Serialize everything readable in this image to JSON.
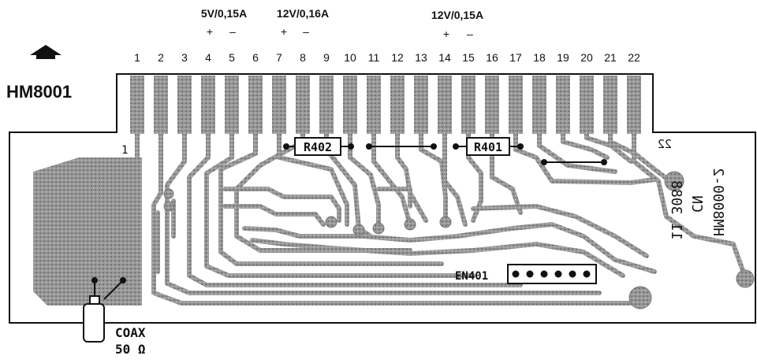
{
  "supply": {
    "s5v": "5V/0,15A",
    "s12v_a": "12V/0,16A",
    "s12v_b": "12V/0,15A",
    "plus": "+",
    "minus": "–"
  },
  "pins": [
    "1",
    "2",
    "3",
    "4",
    "5",
    "6",
    "7",
    "8",
    "9",
    "10",
    "11",
    "12",
    "13",
    "14",
    "15",
    "16",
    "17",
    "18",
    "19",
    "20",
    "21",
    "22"
  ],
  "board": {
    "model": "HM8001",
    "mirror_code": "HM8000-2",
    "mirror_lines": [
      "CN",
      "11 3088"
    ],
    "mirror_pin": "22",
    "left_pin_mark": "1"
  },
  "components": {
    "r402": "R402",
    "r401": "R401",
    "en401": "EN401"
  },
  "coax": {
    "line1": "COAX",
    "line2": "50 Ω"
  }
}
